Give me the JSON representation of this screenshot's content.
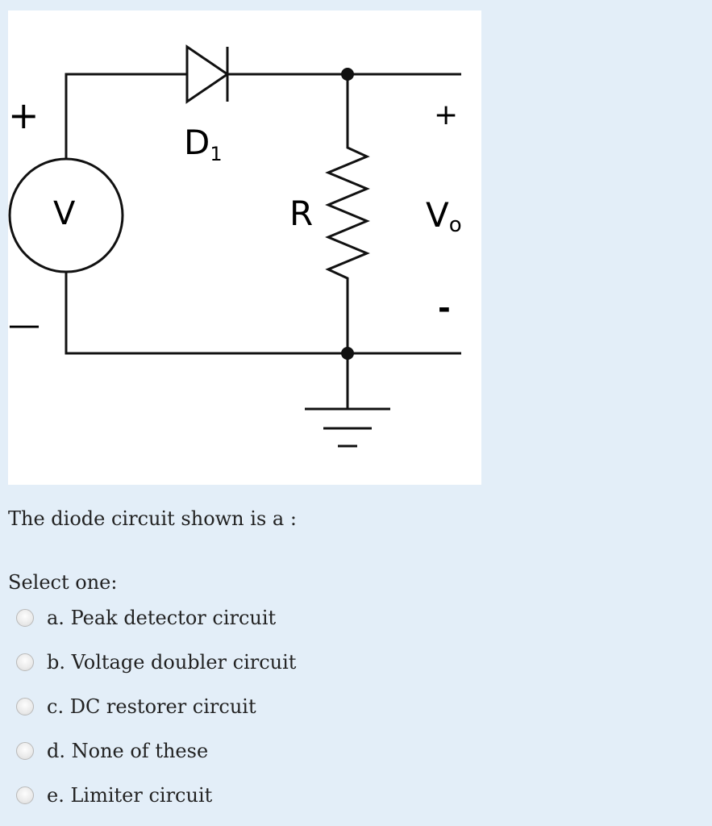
{
  "figure": {
    "labels": {
      "source_plus": "+",
      "source_minus": "—",
      "source_v": "V",
      "diode": "D",
      "diode_sub": "1",
      "resistor": "R",
      "out_plus": "+",
      "out_minus": "-",
      "out_v": "V",
      "out_sub": "o"
    }
  },
  "question": {
    "text": "The diode circuit shown is a :",
    "prompt": "Select one:"
  },
  "options": [
    {
      "label": "a. Peak detector circuit",
      "selected": false
    },
    {
      "label": "b. Voltage doubler circuit",
      "selected": false
    },
    {
      "label": "c. DC restorer circuit",
      "selected": false
    },
    {
      "label": "d. None of these",
      "selected": false
    },
    {
      "label": "e. Limiter circuit",
      "selected": false
    }
  ]
}
